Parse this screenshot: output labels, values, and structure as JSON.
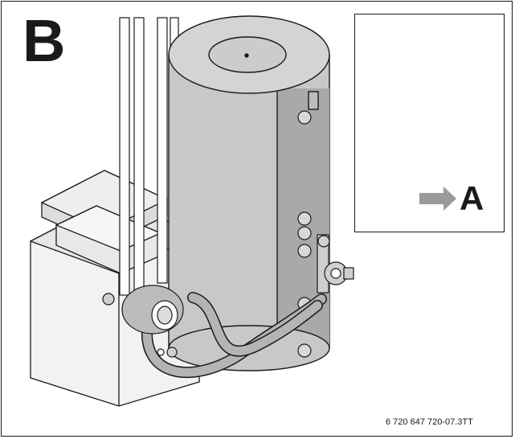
{
  "figure": {
    "main_label": "B",
    "inset_label": "A",
    "reference_code": "6 720 647 720-07.3TT"
  },
  "colors": {
    "line": "#1a1a1a",
    "tank_fill": "#c8c8c8",
    "tank_shadow": "#a9a9a9",
    "pipe_fill": "#b4b4b4",
    "boiler_fill": "#f2f2f2",
    "arrow_fill": "#9a9a9a"
  },
  "icons": {
    "arrow": "arrow-right-icon"
  }
}
